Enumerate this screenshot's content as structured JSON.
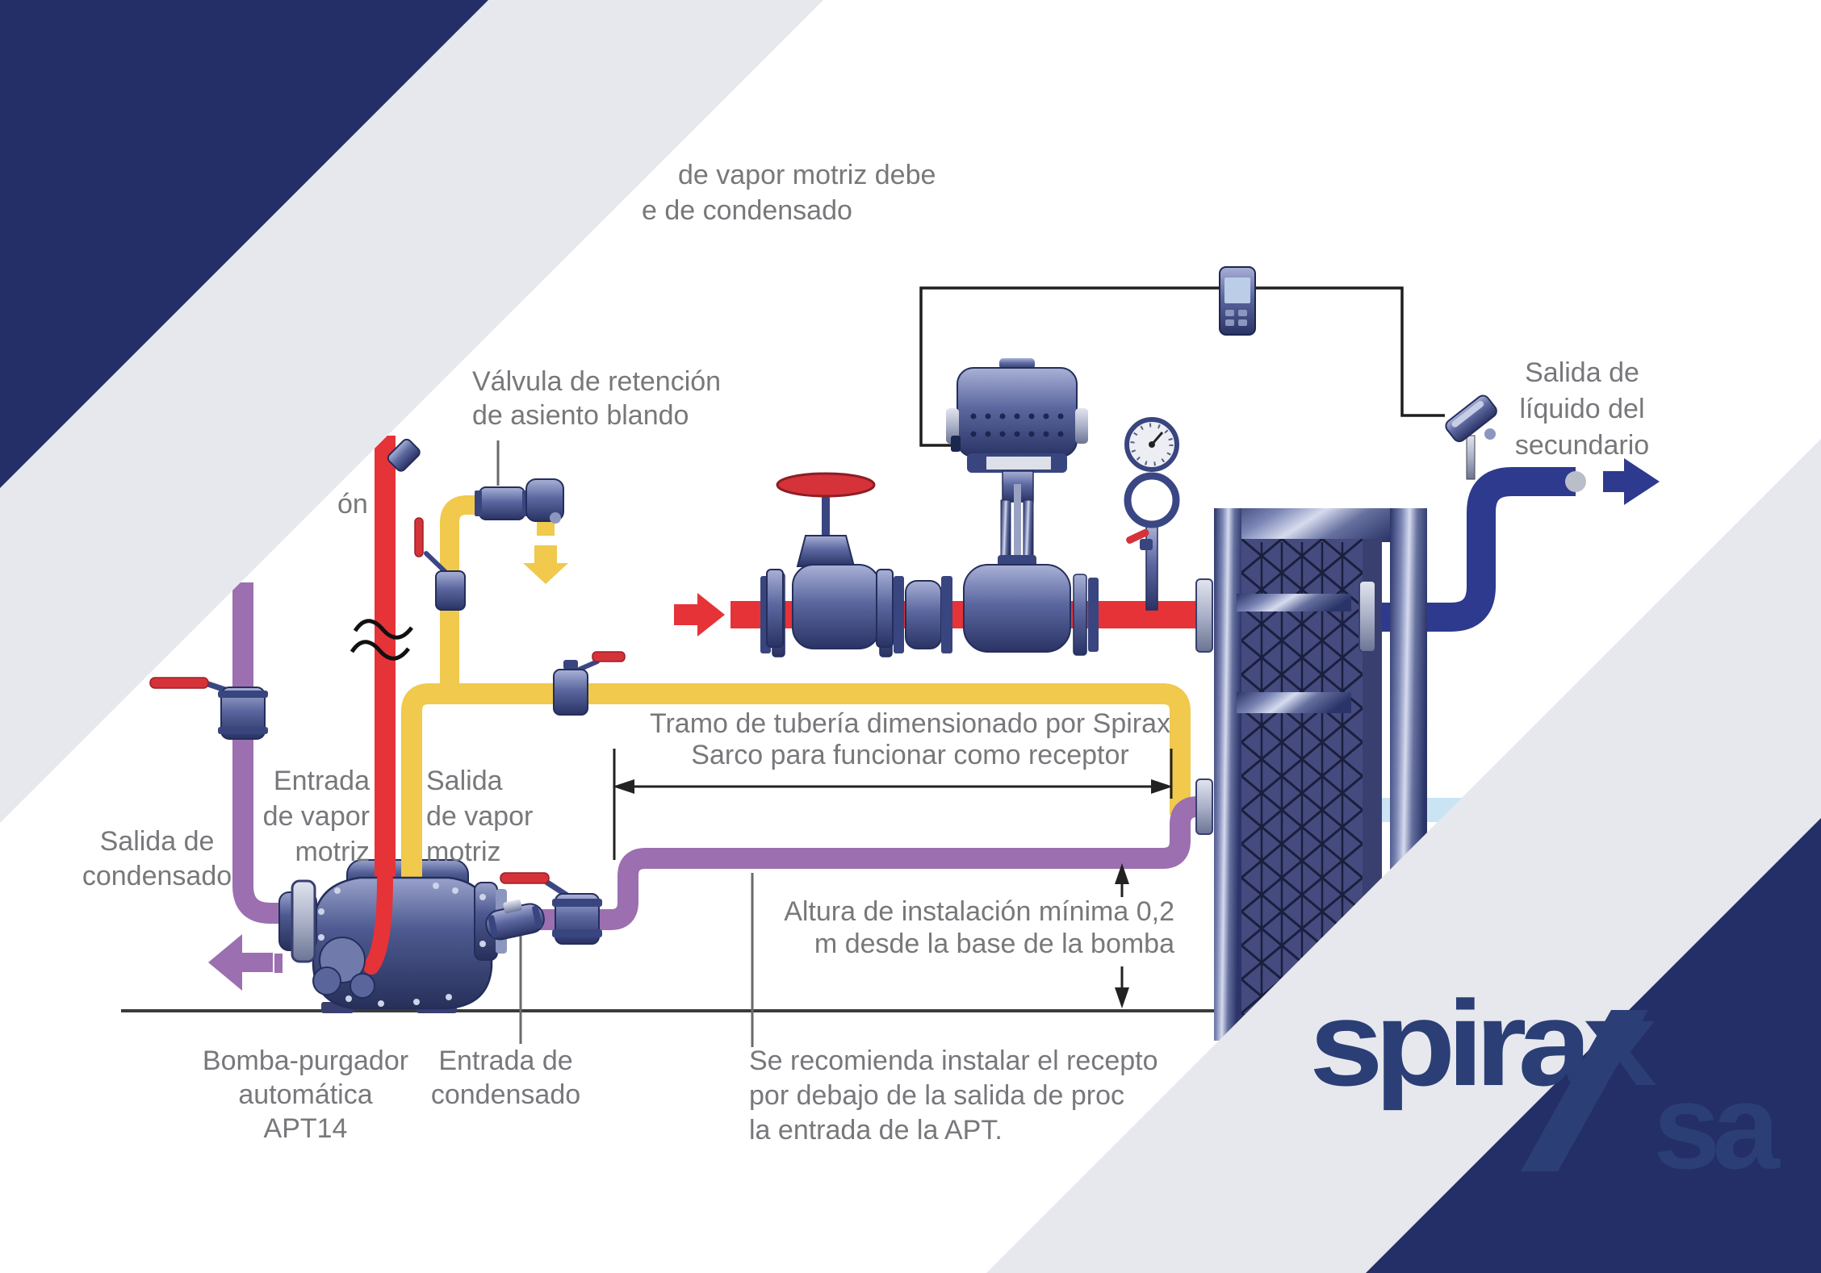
{
  "labels": {
    "top_note_1": "de vapor motriz debe",
    "top_note_2": "e de condensado",
    "soft_check_valve": "Válvula de retención\nde asiento blando",
    "left_cut": "ón",
    "secondary_outlet": "Salida de\nlíquido del\nsecundario",
    "receiver_dim": "Tramo de tubería dimensionado por Spirax\nSarco para funcionar como receptor",
    "motive_in": "Entrada\nde vapor\nmotriz",
    "motive_out": "Salida\nde vapor\nmotriz",
    "condensate_out": "Salida de\ncondensado",
    "install_height": "Altura de instalación mínima 0,2\nm desde la base de la bomba",
    "pump": "Bomba-purgador\nautomática APT14",
    "condensate_in": "Entrada de\ncondensado",
    "recommendation": "Se recomienda instalar el recepto\npor debajo de la salida de proc\nla entrada de la APT."
  },
  "logo": {
    "part1": "spirax",
    "part2": "sa"
  },
  "colors": {
    "corner_navy": "#232f66",
    "band_gray": "#e6e8ee",
    "steam_red": "#e63338",
    "exhaust_yellow": "#f0c94d",
    "condensate_purple": "#9c6fb0",
    "secondary_blue": "#2e3a8e",
    "secondary_cold_blue": "#cbe4f4",
    "label_gray": "#77787b",
    "logo_navy": "#2b3e75"
  }
}
